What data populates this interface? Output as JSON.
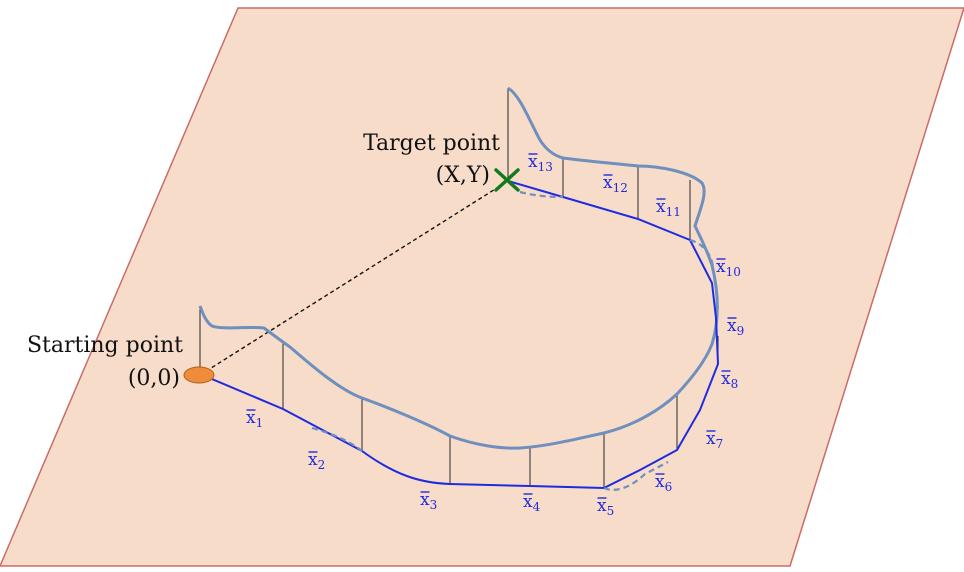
{
  "colors": {
    "plane_fill": "#f7dcc9",
    "plane_edge": "#c96c68",
    "path": "#1f2be0",
    "profile": "#6f8fbe",
    "start_marker": "#ef8c3c",
    "target_marker": "#137a1c",
    "stem": "#3a3a3a"
  },
  "start": {
    "title": "Starting point",
    "coords": "(0,0)",
    "marker_icon": "orange-ellipse"
  },
  "target": {
    "title": "Target point",
    "coords": "(X,Y)",
    "marker_icon": "green-cross"
  },
  "segments": [
    {
      "base": "x",
      "sub": "1"
    },
    {
      "base": "x",
      "sub": "2"
    },
    {
      "base": "x",
      "sub": "3"
    },
    {
      "base": "x",
      "sub": "4"
    },
    {
      "base": "x",
      "sub": "5"
    },
    {
      "base": "x",
      "sub": "6"
    },
    {
      "base": "x",
      "sub": "7"
    },
    {
      "base": "x",
      "sub": "8"
    },
    {
      "base": "x",
      "sub": "9"
    },
    {
      "base": "x",
      "sub": "10"
    },
    {
      "base": "x",
      "sub": "11"
    },
    {
      "base": "x",
      "sub": "12"
    },
    {
      "base": "x",
      "sub": "13"
    }
  ]
}
